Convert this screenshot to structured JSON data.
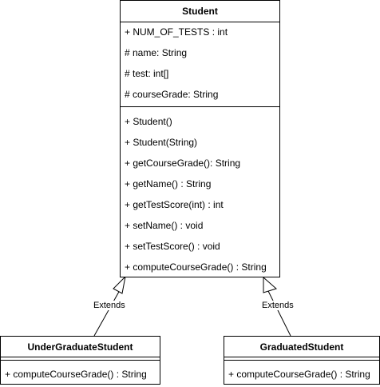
{
  "diagram": {
    "student": {
      "name": "Student",
      "attributes": [
        "+ NUM_OF_TESTS : int",
        "# name: String",
        "# test: int[]",
        "# courseGrade: String"
      ],
      "methods": [
        "+ Student()",
        "+ Student(String)",
        "+ getCourseGrade(): String",
        "+ getName() : String",
        "+ getTestScore(int) : int",
        "+ setName() : void",
        "+ setTestScore() : void",
        "+ computeCourseGrade() : String"
      ]
    },
    "undergraduate": {
      "name": "UnderGraduateStudent",
      "methods": [
        "+ computeCourseGrade() : String"
      ]
    },
    "graduated": {
      "name": "GraduatedStudent",
      "methods": [
        "+ computeCourseGrade() : String"
      ]
    },
    "relations": [
      {
        "label": "Extends",
        "from": "UnderGraduateStudent",
        "to": "Student",
        "type": "generalization"
      },
      {
        "label": "Extends",
        "from": "GraduatedStudent",
        "to": "Student",
        "type": "generalization"
      }
    ]
  }
}
